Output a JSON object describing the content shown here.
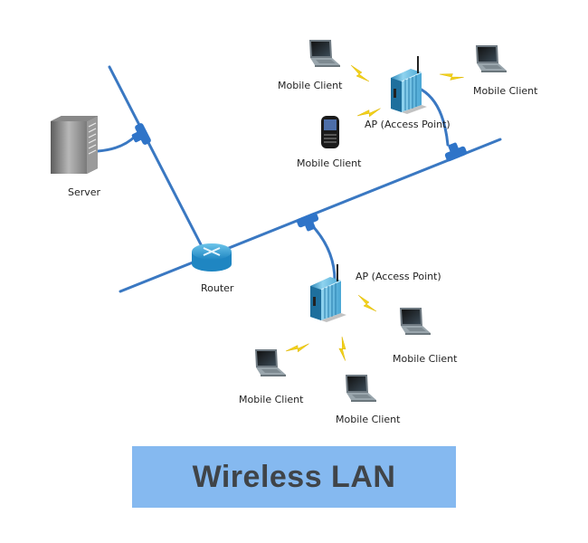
{
  "title": "Wireless LAN",
  "colors": {
    "cable": "#3a78c2",
    "connector": "#2f74c8",
    "lightning": "#f2d21b",
    "title_bg": "#85b9f0",
    "title_text": "#404448"
  },
  "nodes": {
    "server": {
      "label": "Server",
      "icon": "server-tower-icon"
    },
    "router": {
      "label": "Router",
      "icon": "router-icon"
    },
    "ap_top": {
      "label": "AP (Access Point)",
      "icon": "access-point-icon"
    },
    "ap_bottom": {
      "label": "AP (Access Point)",
      "icon": "access-point-icon"
    },
    "clients_top": [
      {
        "label": "Mobile Client",
        "icon": "laptop-icon"
      },
      {
        "label": "Mobile Client",
        "icon": "laptop-icon"
      },
      {
        "label": "Mobile Client",
        "icon": "smartphone-icon"
      }
    ],
    "clients_bottom": [
      {
        "label": "Mobile Client",
        "icon": "laptop-icon"
      },
      {
        "label": "Mobile Client",
        "icon": "laptop-icon"
      },
      {
        "label": "Mobile Client",
        "icon": "laptop-icon"
      }
    ]
  }
}
